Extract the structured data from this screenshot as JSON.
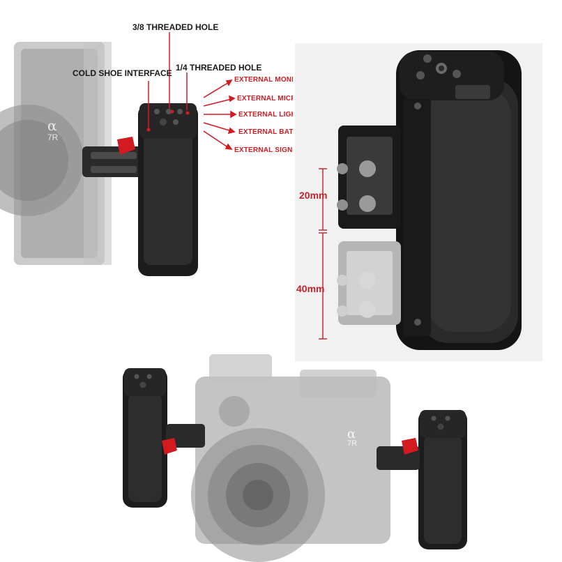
{
  "callouts": {
    "threaded_38": "3/8 THREADED HOLE",
    "threaded_14": "1/4 THREADED HOLE",
    "cold_shoe": "COLD SHOE INTERFACE"
  },
  "uses": [
    "EXTERNAL MONITOR",
    "EXTERNAL MICROPHONE",
    "EXTERNAL LIGHTING",
    "EXTERNAL BATTERY",
    "EXTERNAL SIGNAL RECEIVER"
  ],
  "dimensions": {
    "short": "20mm",
    "long": "40mm"
  },
  "camera_badge": {
    "alpha": "α",
    "model": "7R"
  },
  "colors": {
    "accent_red": "#d21a20",
    "grip_black": "#1c1c1c",
    "camera_gray": "#a9a9a9"
  }
}
